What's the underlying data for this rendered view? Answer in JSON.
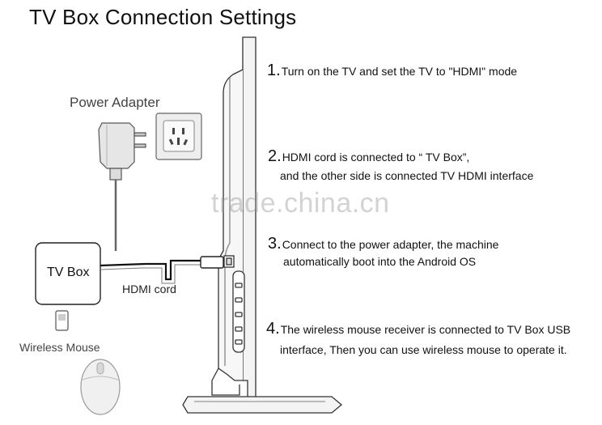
{
  "title": "TV Box Connection Settings",
  "labels": {
    "power_adapter": "Power Adapter",
    "tv_box": "TV Box",
    "hdmi_cord": "HDMI cord",
    "wireless_mouse": "Wireless Mouse"
  },
  "steps": [
    {
      "num": "1.",
      "line1": "Turn on the TV and set the TV to \"HDMI\" mode",
      "line2": ""
    },
    {
      "num": "2.",
      "line1": "HDMI cord is connected to “ TV Box”,",
      "line2": "and the other side is connected TV HDMI interface"
    },
    {
      "num": "3.",
      "line1": "Connect to the power adapter, the machine",
      "line2": "automatically boot into the Android OS"
    },
    {
      "num": "4.",
      "line1": "The wireless mouse receiver is connected to TV Box USB",
      "line2": "interface, Then you can use wireless mouse to operate it."
    }
  ],
  "watermark": "trade.china.cn",
  "icons": {
    "power_adapter": "power-adapter-icon",
    "wall_socket": "wall-socket-icon",
    "tv_box": "tv-box-icon",
    "usb_receiver": "usb-receiver-icon",
    "mouse": "mouse-icon",
    "tv": "tv-side-view-icon"
  }
}
